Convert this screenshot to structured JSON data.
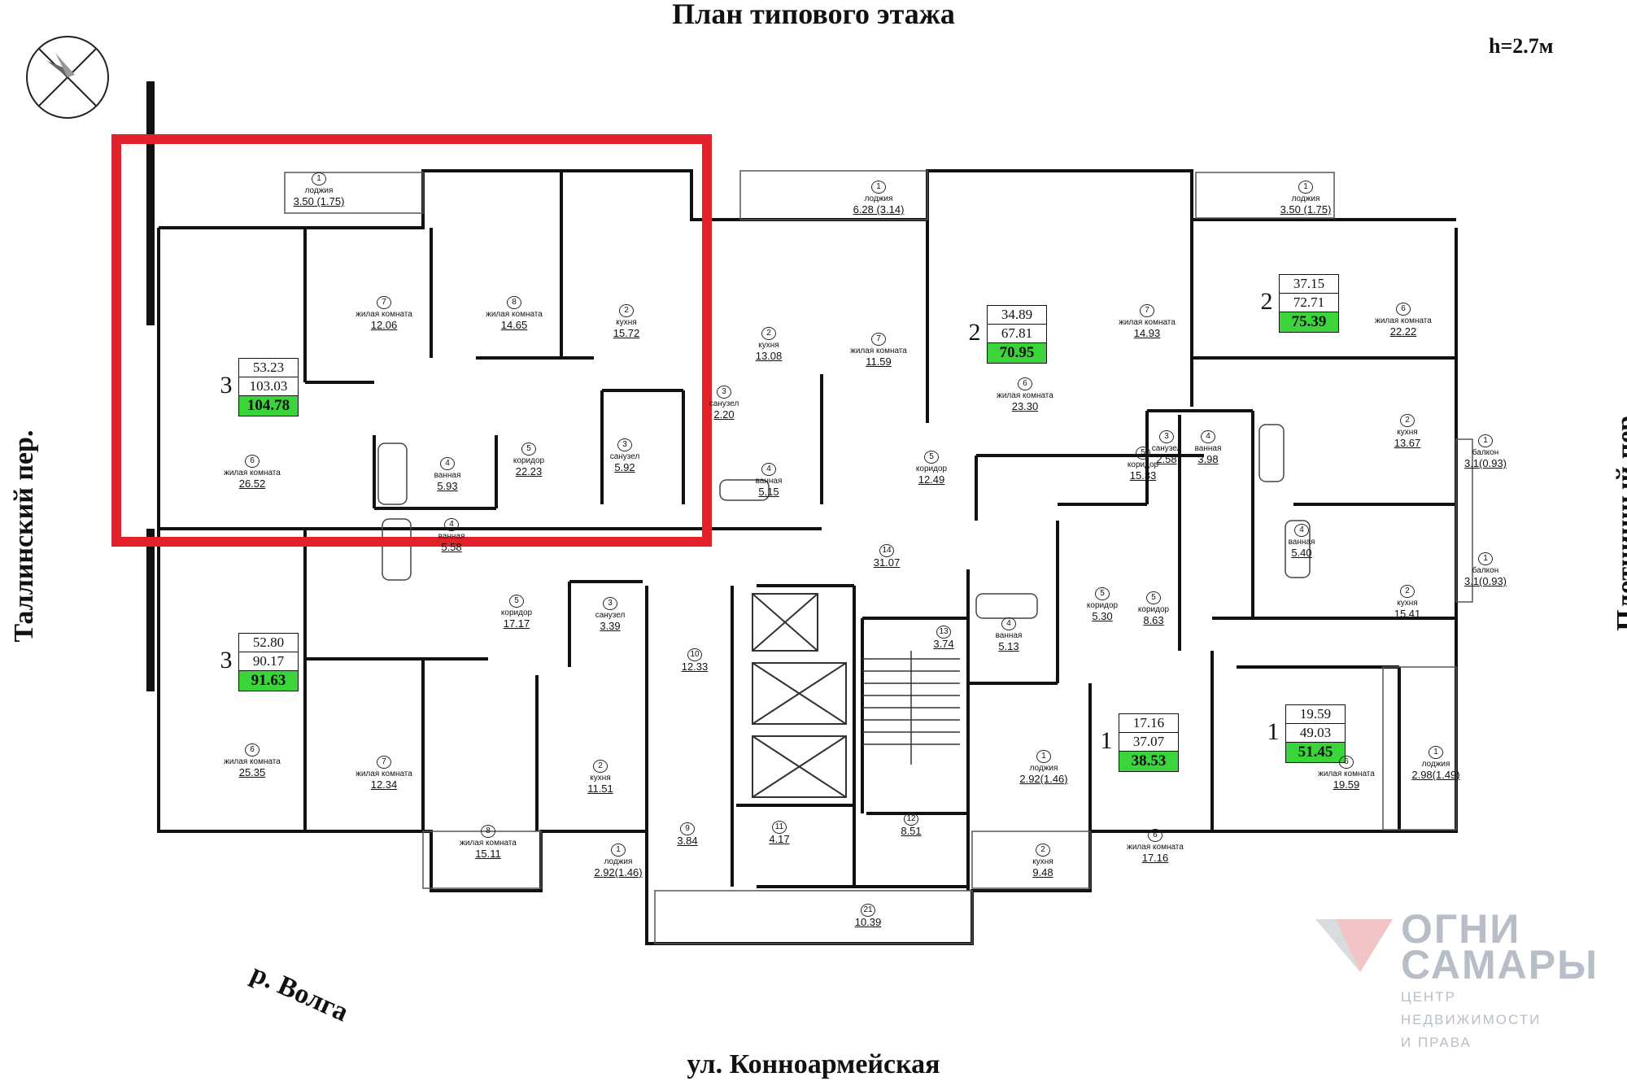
{
  "title": "План типового этажа",
  "ceiling_height": "h=2.7м",
  "streets": {
    "left": "Таллинский пер.",
    "right": "Плотничный пер.",
    "bottom": "ул. Конноармейская",
    "river": "р. Волга"
  },
  "logo": {
    "name_line1": "ОГНИ",
    "name_line2": "САМАРЫ",
    "sub_line1": "ЦЕНТР",
    "sub_line2": "НЕДВИЖИМОСТИ",
    "sub_line3": "И ПРАВА"
  },
  "colors": {
    "highlight": "#e3212a",
    "total_area": "#3bd43b",
    "logo": "#b8bec7"
  },
  "units": [
    {
      "id": "u1",
      "rooms": "3",
      "living": "53.23",
      "total": "103.03",
      "total_with_loggia": "104.78",
      "highlighted": true
    },
    {
      "id": "u2",
      "rooms": "3",
      "living": "52.80",
      "total": "90.17",
      "total_with_loggia": "91.63"
    },
    {
      "id": "u3",
      "rooms": "2",
      "living": "34.89",
      "total": "67.81",
      "total_with_loggia": "70.95"
    },
    {
      "id": "u4",
      "rooms": "2",
      "living": "37.15",
      "total": "72.71",
      "total_with_loggia": "75.39"
    },
    {
      "id": "u5",
      "rooms": "1",
      "living": "17.16",
      "total": "37.07",
      "total_with_loggia": "38.53"
    },
    {
      "id": "u6",
      "rooms": "1",
      "living": "19.59",
      "total": "49.03",
      "total_with_loggia": "51.45"
    }
  ],
  "rooms": [
    {
      "n": "1",
      "name": "лоджия",
      "area": "3.50 (1.75)"
    },
    {
      "n": "7",
      "name": "жилая комната",
      "area": "12.06"
    },
    {
      "n": "8",
      "name": "жилая комната",
      "area": "14.65"
    },
    {
      "n": "2",
      "name": "кухня",
      "area": "15.72"
    },
    {
      "n": "6",
      "name": "жилая комната",
      "area": "26.52"
    },
    {
      "n": "4",
      "name": "ванная",
      "area": "5.93"
    },
    {
      "n": "5",
      "name": "коридор",
      "area": "22.23"
    },
    {
      "n": "3",
      "name": "санузел",
      "area": "5.92"
    },
    {
      "n": "4",
      "name": "ванная",
      "area": "5.58"
    },
    {
      "n": "5",
      "name": "коридор",
      "area": "17.17"
    },
    {
      "n": "3",
      "name": "санузел",
      "area": "3.39"
    },
    {
      "n": "6",
      "name": "жилая комната",
      "area": "25.35"
    },
    {
      "n": "7",
      "name": "жилая комната",
      "area": "12.34"
    },
    {
      "n": "8",
      "name": "жилая комната",
      "area": "15.11"
    },
    {
      "n": "2",
      "name": "кухня",
      "area": "11.51"
    },
    {
      "n": "1",
      "name": "лоджия",
      "area": "2.92(1.46)"
    },
    {
      "n": "1",
      "name": "лоджия",
      "area": "6.28 (3.14)"
    },
    {
      "n": "2",
      "name": "кухня",
      "area": "13.08"
    },
    {
      "n": "7",
      "name": "жилая комната",
      "area": "11.59"
    },
    {
      "n": "3",
      "name": "санузел",
      "area": "2.20"
    },
    {
      "n": "4",
      "name": "ванная",
      "area": "5.15"
    },
    {
      "n": "6",
      "name": "жилая комната",
      "area": "23.30"
    },
    {
      "n": "5",
      "name": "коридор",
      "area": "12.49"
    },
    {
      "n": "7",
      "name": "жилая комната",
      "area": "14.93"
    },
    {
      "n": "5",
      "name": "коридор",
      "area": "15.33"
    },
    {
      "n": "3",
      "name": "санузел",
      "area": "2.58"
    },
    {
      "n": "4",
      "name": "ванная",
      "area": "3.98"
    },
    {
      "n": "1",
      "name": "лоджия",
      "area": "3.50 (1.75)"
    },
    {
      "n": "6",
      "name": "жилая комната",
      "area": "22.22"
    },
    {
      "n": "2",
      "name": "кухня",
      "area": "13.67"
    },
    {
      "n": "1",
      "name": "балкон",
      "area": "3.1(0.93)"
    },
    {
      "n": "1",
      "name": "балкон",
      "area": "3.1(0.93)"
    },
    {
      "n": "4",
      "name": "ванная",
      "area": "5.40"
    },
    {
      "n": "2",
      "name": "кухня",
      "area": "15.41"
    },
    {
      "n": "14",
      "name": "",
      "area": "31.07"
    },
    {
      "n": "13",
      "name": "",
      "area": "3.74"
    },
    {
      "n": "10",
      "name": "",
      "area": "12.33"
    },
    {
      "n": "9",
      "name": "",
      "area": "3.84"
    },
    {
      "n": "11",
      "name": "",
      "area": "4.17"
    },
    {
      "n": "12",
      "name": "",
      "area": "8.51"
    },
    {
      "n": "21",
      "name": "",
      "area": "10.39"
    },
    {
      "n": "5",
      "name": "коридор",
      "area": "5.30"
    },
    {
      "n": "5",
      "name": "коридор",
      "area": "8.63"
    },
    {
      "n": "4",
      "name": "ванная",
      "area": "5.13"
    },
    {
      "n": "2",
      "name": "кухня",
      "area": "9.48"
    },
    {
      "n": "1",
      "name": "лоджия",
      "area": "2.92(1.46)"
    },
    {
      "n": "6",
      "name": "жилая комната",
      "area": "17.16"
    },
    {
      "n": "6",
      "name": "жилая комната",
      "area": "19.59"
    },
    {
      "n": "1",
      "name": "лоджия",
      "area": "2.98(1.49)"
    }
  ]
}
